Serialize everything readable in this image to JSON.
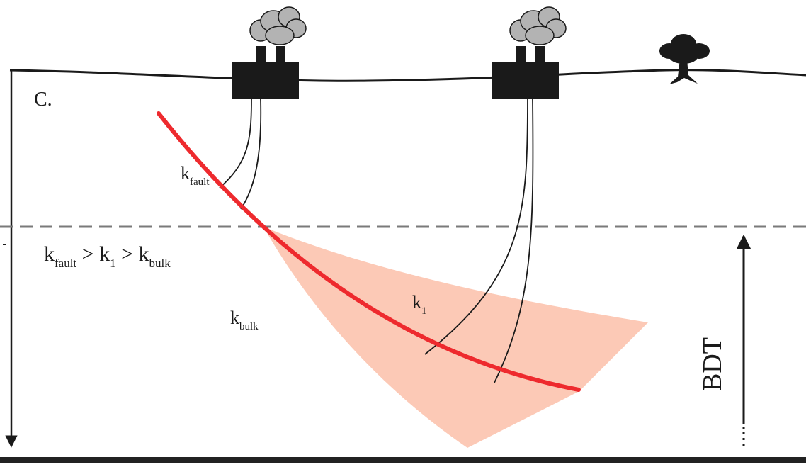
{
  "panel_label": "C.",
  "labels": {
    "k_fault": {
      "base": "k",
      "sub": "fault"
    },
    "k_1": {
      "base": "k",
      "sub": "1"
    },
    "k_bulk": {
      "base": "k",
      "sub": "bulk"
    }
  },
  "relation": {
    "t1": "k",
    "s1": "fault",
    "op1": " > ",
    "t2": "k",
    "s2": "1",
    "op2": " > ",
    "t3": "k",
    "s3": "bulk"
  },
  "bdt_label": "BDT",
  "colors": {
    "fault": "#ee2a2e",
    "damage_zone": "#fcc9b6",
    "ink": "#1a1a1a",
    "dashed_line": "#7a7a7a",
    "plant_smoke": "#b3b3b3",
    "bottom_bar": "#222222"
  },
  "icons": [
    "power-plant-icon",
    "power-plant-icon",
    "tree-icon"
  ]
}
